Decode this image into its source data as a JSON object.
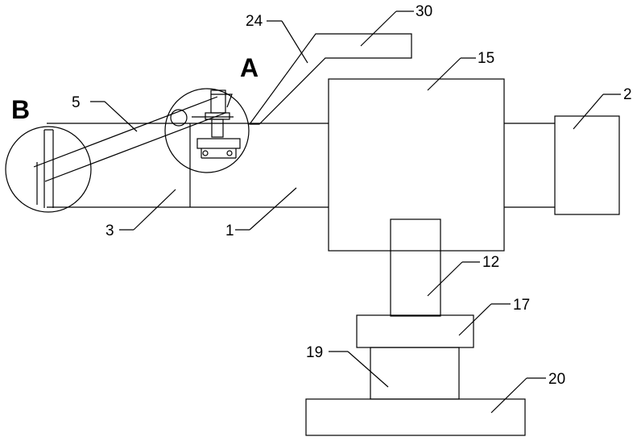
{
  "diagram": {
    "detail_labels": {
      "a": "A",
      "b": "B"
    },
    "part_numbers": {
      "p30": "30",
      "p24": "24",
      "p15": "15",
      "p2": "2",
      "p5": "5",
      "p12": "12",
      "p17": "17",
      "p19": "19",
      "p20": "20",
      "p3": "3",
      "p1": "1"
    }
  }
}
